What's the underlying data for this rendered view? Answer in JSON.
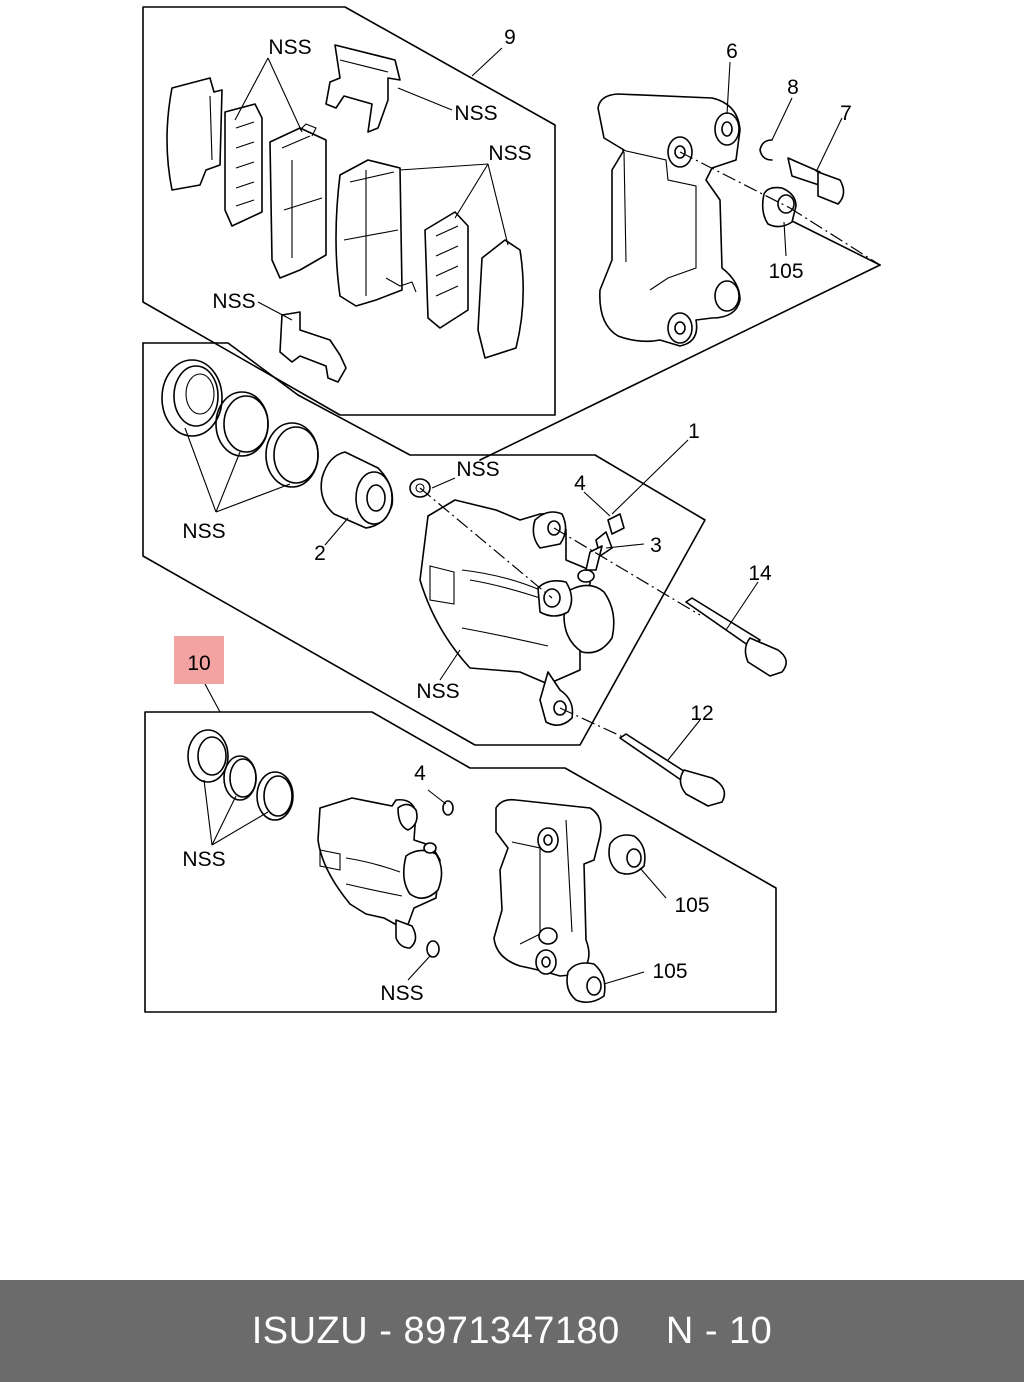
{
  "diagram": {
    "callouts": {
      "c1": "1",
      "c2": "2",
      "c3": "3",
      "c4a": "4",
      "c4b": "4",
      "c6": "6",
      "c7": "7",
      "c8": "8",
      "c9": "9",
      "c10": "10",
      "c12": "12",
      "c14": "14",
      "c105a": "105",
      "c105b": "105",
      "c105c": "105",
      "nss_pads_top": "NSS",
      "nss_shims": "NSS",
      "nss_pads_right": "NSS",
      "nss_clip": "NSS",
      "nss_seals": "NSS",
      "nss_bleeder": "NSS",
      "nss_caliper": "NSS",
      "nss_kit_seals": "NSS",
      "nss_kit_bleeder": "NSS"
    },
    "highlight_color": "#f4a3a3"
  },
  "footer": {
    "brand": "ISUZU",
    "separator": "-",
    "part_number": "8971347180",
    "page_ref": "N - 10"
  }
}
